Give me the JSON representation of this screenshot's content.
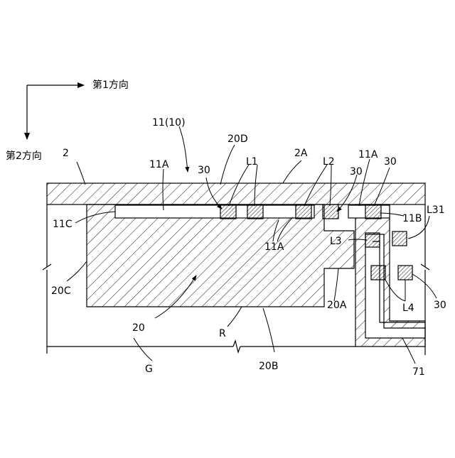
{
  "axes": {
    "first_direction": "第1方向",
    "second_direction": "第2方向"
  },
  "labels": {
    "ref_11_10": "11(10)",
    "ref_2": "2",
    "ref_20D": "20D",
    "ref_2A": "2A",
    "ref_11A_left": "11A",
    "ref_30_a": "30",
    "ref_L1": "L1",
    "ref_L2": "L2",
    "ref_30_b": "30",
    "ref_11A_right": "11A",
    "ref_30_c": "30",
    "ref_11C": "11C",
    "ref_11B": "11B",
    "ref_L31": "L31",
    "ref_11A_mid": "11A",
    "ref_L3": "L3",
    "ref_20C": "20C",
    "ref_20A": "20A",
    "ref_20": "20",
    "ref_R": "R",
    "ref_L4": "L4",
    "ref_30_d": "30",
    "ref_G": "G",
    "ref_20B": "20B",
    "ref_71": "71"
  }
}
